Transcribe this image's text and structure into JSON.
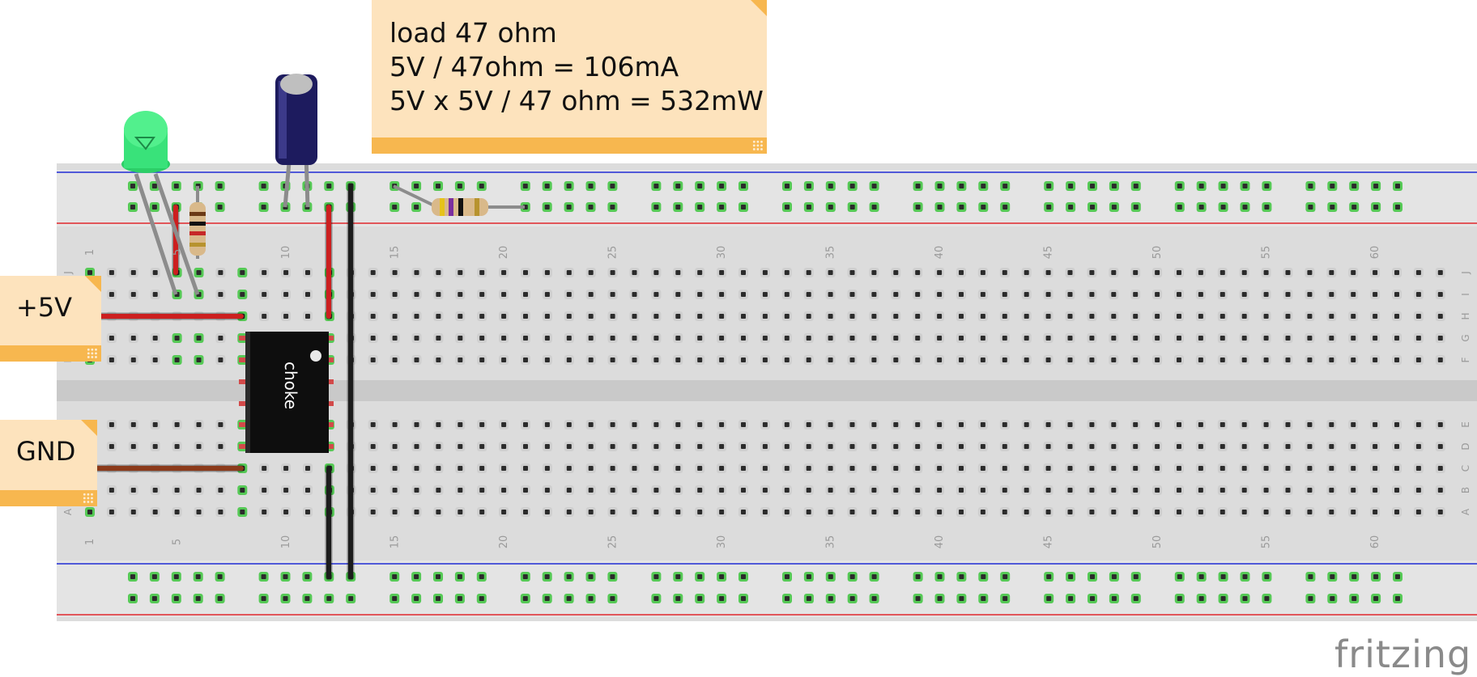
{
  "note_load": {
    "lines": [
      "load 47 ohm",
      "5V / 47ohm = 106mA",
      "5V x 5V / 47 ohm = 532mW"
    ]
  },
  "note_power": {
    "label": "+5V"
  },
  "note_ground": {
    "label": "GND"
  },
  "chip": {
    "label": "choke"
  },
  "column_numbers": [
    "1",
    "5",
    "10",
    "15",
    "20",
    "25",
    "30",
    "35",
    "40",
    "45",
    "50",
    "55",
    "60"
  ],
  "row_letters_top": [
    "J",
    "I",
    "H",
    "G",
    "F"
  ],
  "row_letters_bottom": [
    "E",
    "D",
    "C",
    "B",
    "A"
  ],
  "watermark": "fritzing",
  "colors": {
    "board": "#dcdcdc",
    "rail_blue": "#1f2bd4",
    "rail_red": "#e0262c",
    "wire_red": "#cc1f1f",
    "wire_black": "#1c1c1c",
    "wire_brown": "#8b3a1a",
    "note_fill": "#fde3bd",
    "note_accent": "#f7b74f",
    "connected_hole": "#56c956"
  }
}
